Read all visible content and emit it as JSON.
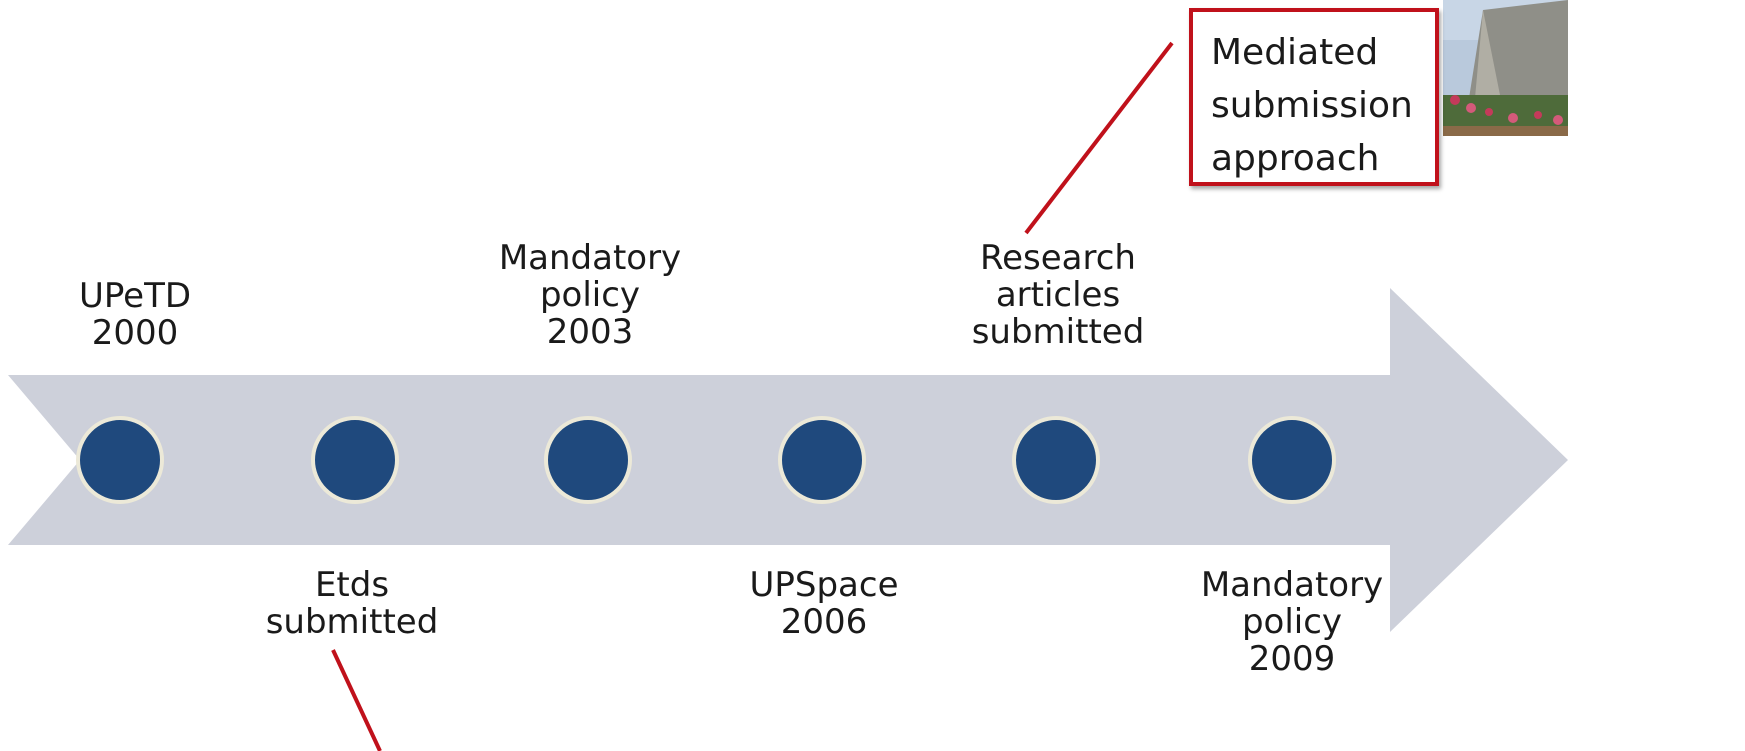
{
  "timeline": {
    "upper_events": [
      {
        "lines": [
          "UPeTD",
          "2000"
        ]
      },
      {
        "lines": [
          "Mandatory",
          "policy",
          "2003"
        ]
      },
      {
        "lines": [
          "Research",
          "articles",
          "submitted"
        ]
      }
    ],
    "lower_events": [
      {
        "lines": [
          "Etds",
          "submitted"
        ]
      },
      {
        "lines": [
          "UPSpace",
          "2006"
        ]
      },
      {
        "lines": [
          "Mandatory",
          "policy",
          "2009"
        ]
      }
    ]
  },
  "callout": {
    "lines": [
      "Mediated",
      "submission",
      "approach"
    ]
  },
  "colors": {
    "arrow": "#cdd0da",
    "node_fill": "#1f497d",
    "node_ring": "#ece9d8",
    "callout_border": "#c0111b"
  }
}
